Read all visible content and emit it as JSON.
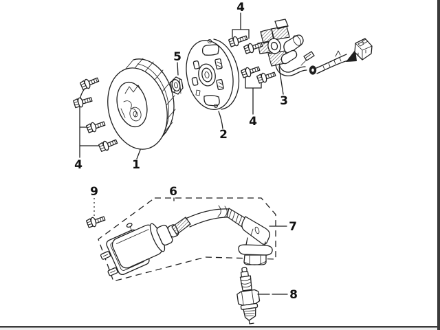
{
  "page": {
    "background": "#ffffff",
    "line_color": "#1f1f1f",
    "shadow_edge_color": "#3b3b3b",
    "label_color": "#111111"
  },
  "callouts": {
    "flywheel": "1",
    "rotor_plate": "2",
    "stator": "3",
    "bolts_left": "4",
    "bolts_top": "4",
    "bolts_middle": "4",
    "rotor_nut": "5",
    "ignition_coil_assembly": "6",
    "plug_cap": "7",
    "spark_plug": "8",
    "coil_screw": "9"
  }
}
